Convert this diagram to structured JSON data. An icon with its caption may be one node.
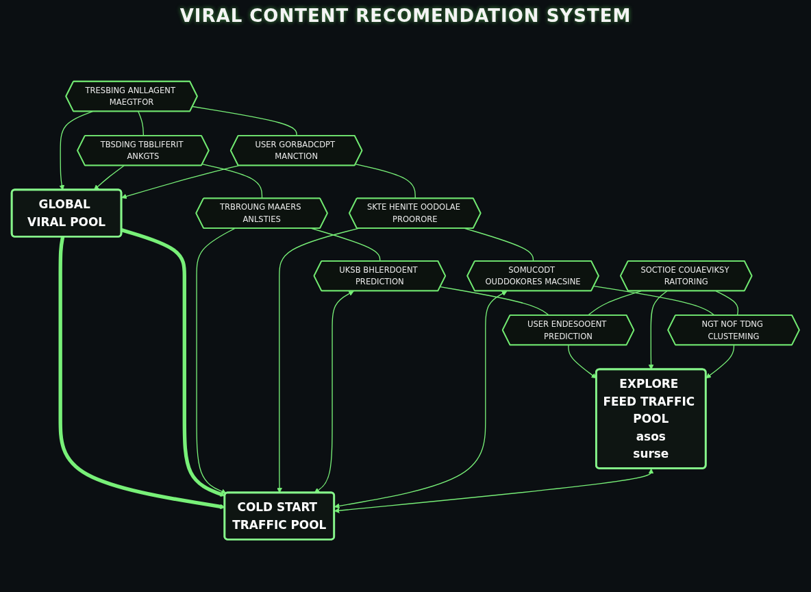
{
  "diagram": {
    "title": "VIRAL CONTENT RECOMENDATION SYSTEM",
    "nodes": [
      {
        "text": [
          "GLOBAL VIRAL POOL"
        ]
      },
      {
        "text": [
          "TRESBING ANLLAGENT MAEGTFOR"
        ]
      },
      {
        "text": [
          "TBSDING TBBLIFERIT ANKGTS"
        ]
      },
      {
        "text": [
          "USER GORBADCDPT MANCTION"
        ]
      },
      {
        "text": [
          "TRBROUNG MAAERS ANLSTIES"
        ]
      },
      {
        "text": [
          "SKTE HENITE OODOLAE PROORORE"
        ]
      },
      {
        "text": [
          "UKSB BHLERDOENT PREDICTION"
        ]
      },
      {
        "text": [
          "SOMUCODT OUDDOKORES MACSINE"
        ]
      },
      {
        "text": [
          "USER ENDESOOENT PREDICTION"
        ]
      },
      {
        "text": [
          "SOCTIOE COUAEVIKSY RAITORING"
        ]
      },
      {
        "text": [
          "NGT NOF TDNG CLUSTEMING"
        ]
      },
      {
        "text": [
          "EXPLORE FEED TRAFFIC POOL",
          "asos",
          "surse"
        ]
      },
      {
        "text": [
          "COLD START TRAFFIC POOL"
        ]
      }
    ],
    "edges": [
      {
        "from": 0,
        "to": 12,
        "arrow": "to",
        "style": "thick"
      },
      {
        "from": 0,
        "to": 12,
        "arrow": "to",
        "style": "thick"
      },
      {
        "from": 1,
        "to": 0,
        "arrow": "to"
      },
      {
        "from": 2,
        "to": 0,
        "arrow": "to"
      },
      {
        "from": 3,
        "to": 0,
        "arrow": "to"
      },
      {
        "from": 1,
        "to": 2,
        "arrow": "none"
      },
      {
        "from": 1,
        "to": 3,
        "arrow": "none"
      },
      {
        "from": 2,
        "to": 4,
        "arrow": "none"
      },
      {
        "from": 3,
        "to": 5,
        "arrow": "none"
      },
      {
        "from": 4,
        "to": 6,
        "arrow": "none"
      },
      {
        "from": 5,
        "to": 7,
        "arrow": "none"
      },
      {
        "from": 6,
        "to": 8,
        "arrow": "none"
      },
      {
        "from": 7,
        "to": 10,
        "arrow": "none"
      },
      {
        "from": 9,
        "to": 8,
        "arrow": "none"
      },
      {
        "from": 9,
        "to": 10,
        "arrow": "none"
      },
      {
        "from": 4,
        "to": 12,
        "arrow": "to"
      },
      {
        "from": 5,
        "to": 12,
        "arrow": "to"
      },
      {
        "from": 6,
        "to": 12,
        "arrow": "both"
      },
      {
        "from": 7,
        "to": 12,
        "arrow": "both"
      },
      {
        "from": 8,
        "to": 11,
        "arrow": "to"
      },
      {
        "from": 9,
        "to": 11,
        "arrow": "to"
      },
      {
        "from": 10,
        "to": 11,
        "arrow": "to"
      },
      {
        "from": 11,
        "to": 12,
        "arrow": "both"
      }
    ]
  }
}
